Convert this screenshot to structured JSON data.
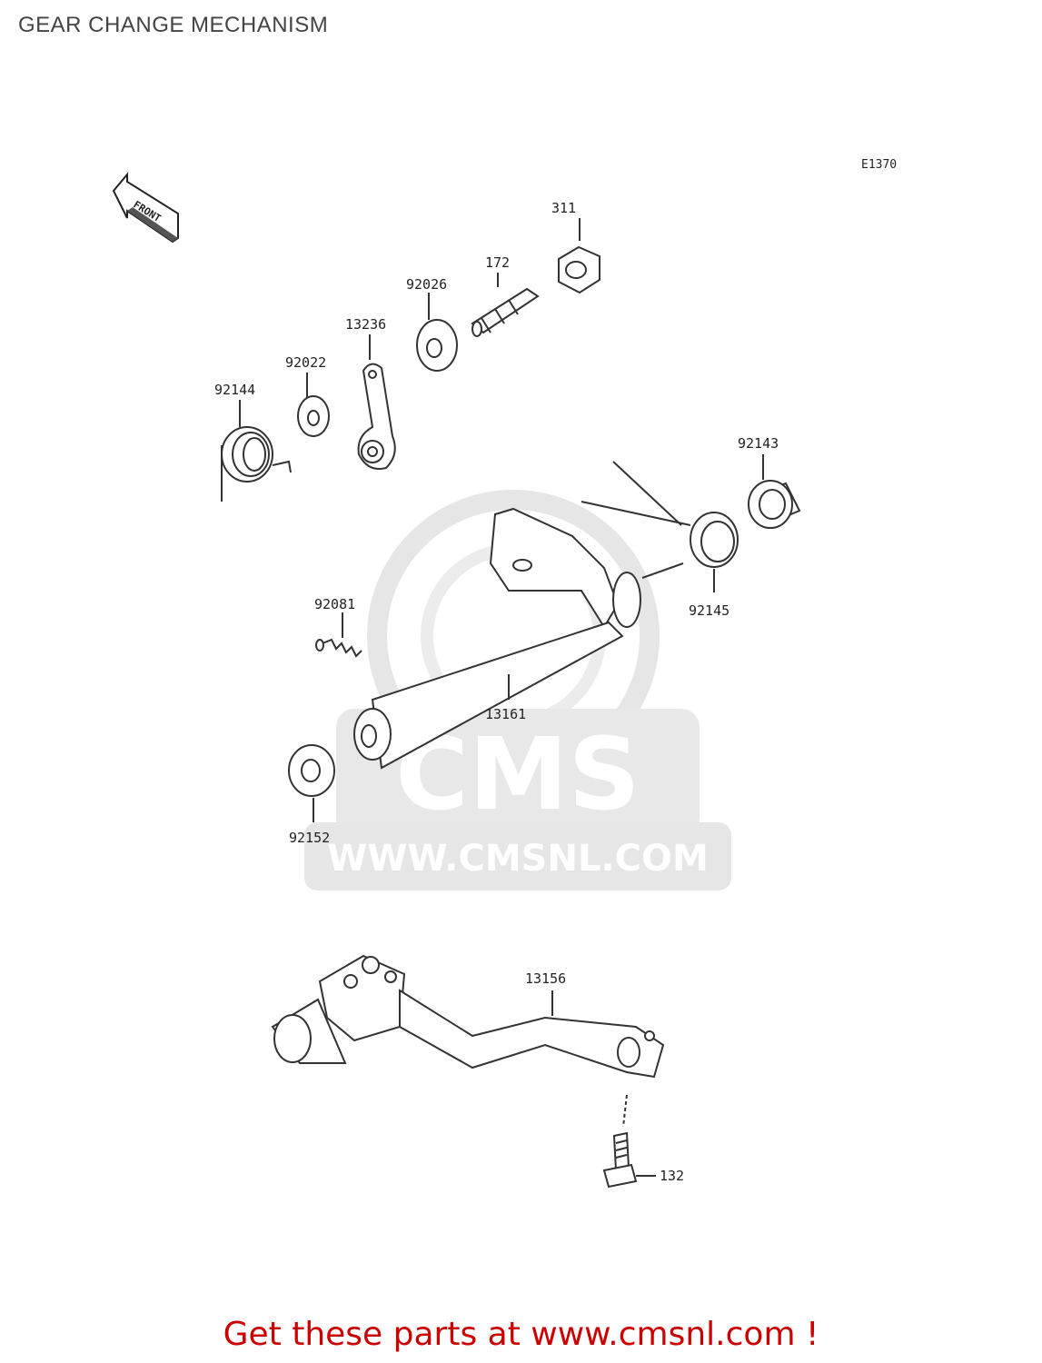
{
  "page": {
    "title": "GEAR CHANGE MECHANISM"
  },
  "diagram": {
    "code": "E1370",
    "front_label": "FRONT",
    "parts": [
      {
        "number": "311"
      },
      {
        "number": "172"
      },
      {
        "number": "92026"
      },
      {
        "number": "13236"
      },
      {
        "number": "92022"
      },
      {
        "number": "92144"
      },
      {
        "number": "92143"
      },
      {
        "number": "92145"
      },
      {
        "number": "92081"
      },
      {
        "number": "13161"
      },
      {
        "number": "92152"
      },
      {
        "number": "13156"
      },
      {
        "number": "132"
      }
    ],
    "watermark": {
      "logo": "CMS",
      "url": "WWW.CMSNL.COM"
    }
  },
  "footer": {
    "text": "Get these parts at www.cmsnl.com !",
    "color": "#cc0000"
  },
  "colors": {
    "line": "#333333",
    "label": "#222222",
    "watermark": "#e4e4e4"
  }
}
